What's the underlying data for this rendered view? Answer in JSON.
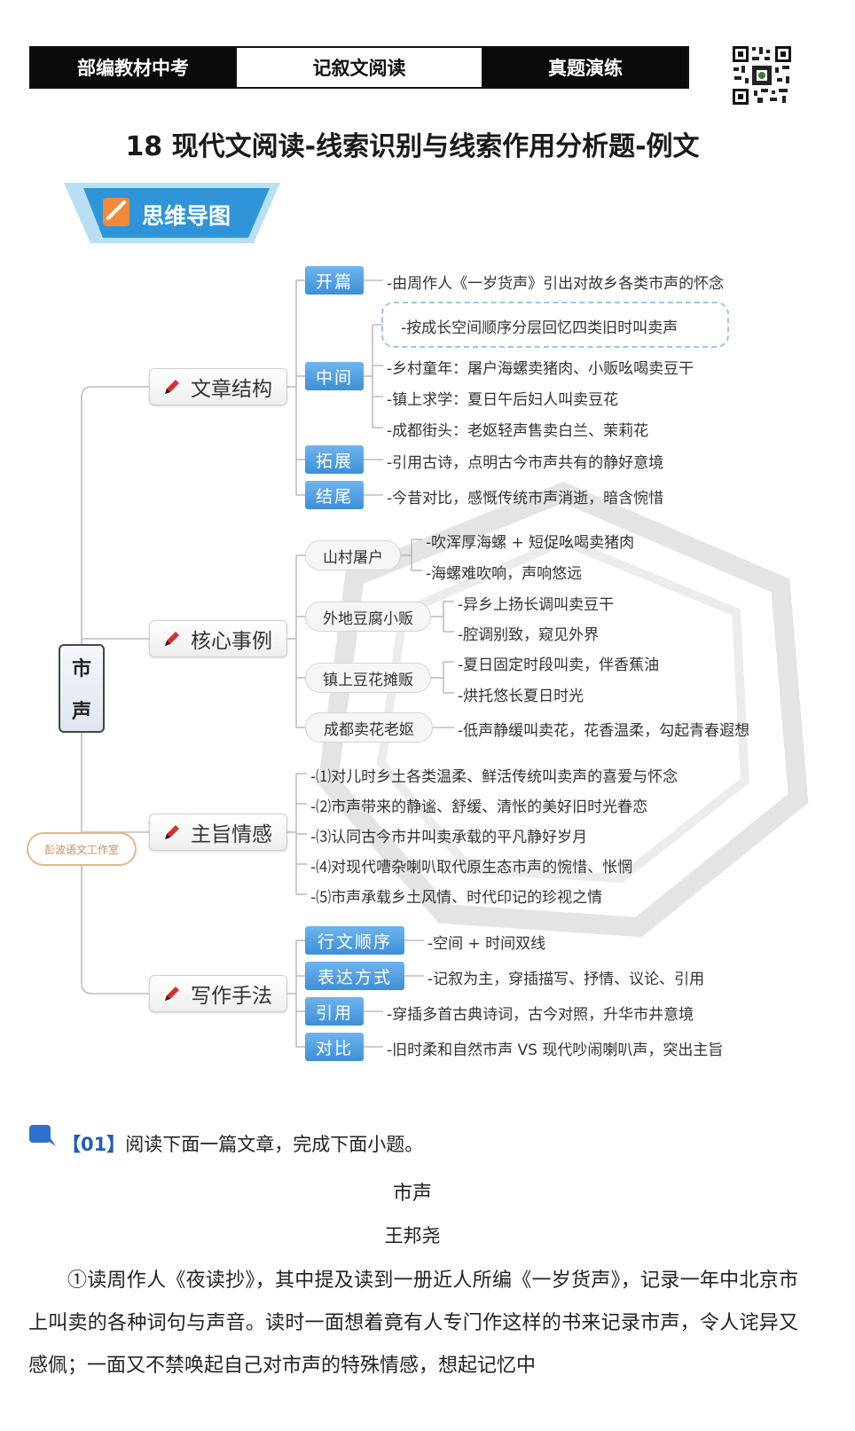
{
  "header": {
    "left": "部编教材中考",
    "center": "记叙文阅读",
    "right": "真题演练"
  },
  "title": "18 现代文阅读-线索识别与线索作用分析题-例文",
  "banner": {
    "label": "思维导图"
  },
  "mindmap": {
    "root": [
      "市",
      "声"
    ],
    "studio": "彭波语文工作室",
    "branches": [
      {
        "label": "文章结构",
        "tags": [
          {
            "label": "开篇",
            "items": [
              "-由周作人《一岁货声》引出对故乡各类市声的怀念"
            ]
          },
          {
            "label": "中间",
            "items": [
              "-按成长空间顺序分层回忆四类旧时叫卖声",
              "-乡村童年：屠户海螺卖猪肉、小贩吆喝卖豆干",
              "-镇上求学：夏日午后妇人叫卖豆花",
              "-成都街头：老妪轻声售卖白兰、茉莉花"
            ]
          },
          {
            "label": "拓展",
            "items": [
              "-引用古诗，点明古今市声共有的静好意境"
            ]
          },
          {
            "label": "结尾",
            "items": [
              "-今昔对比，感慨传统市声消逝，暗含惋惜"
            ]
          }
        ]
      },
      {
        "label": "核心事例",
        "subs": [
          {
            "label": "山村屠户",
            "items": [
              "-吹浑厚海螺 + 短促吆喝卖猪肉",
              "-海螺难吹响，声响悠远"
            ]
          },
          {
            "label": "外地豆腐小贩",
            "items": [
              "-异乡上扬长调叫卖豆干",
              "-腔调别致，窥见外界"
            ]
          },
          {
            "label": "镇上豆花摊贩",
            "items": [
              "-夏日固定时段叫卖，伴香蕉油",
              "-烘托悠长夏日时光"
            ]
          },
          {
            "label": "成都卖花老妪",
            "items": [
              "-低声静缓叫卖花，花香温柔，勾起青春遐想"
            ]
          }
        ]
      },
      {
        "label": "主旨情感",
        "items": [
          "-⑴对儿时乡土各类温柔、鲜活传统叫卖声的喜爱与怀念",
          "-⑵市声带来的静谧、舒缓、清怅的美好旧时光眷恋",
          "-⑶认同古今市井叫卖承载的平凡静好岁月",
          "-⑷对现代嘈杂喇叭取代原生态市声的惋惜、怅惘",
          "-⑸市声承载乡土风情、时代印记的珍视之情"
        ]
      },
      {
        "label": "写作手法",
        "tags": [
          {
            "label": "行文顺序",
            "items": [
              "-空间 + 时间双线"
            ]
          },
          {
            "label": "表达方式",
            "items": [
              "-记叙为主，穿插描写、抒情、议论、引用"
            ]
          },
          {
            "label": "引用",
            "items": [
              "-穿插多首古典诗词，古今对照，升华市井意境"
            ]
          },
          {
            "label": "对比",
            "items": [
              "-旧时柔和自然市声 VS 现代吵闹喇叭声，突出主旨"
            ]
          }
        ]
      }
    ]
  },
  "question": {
    "number": "【01】",
    "prompt": "阅读下面一篇文章，完成下面小题。"
  },
  "article": {
    "title": "市声",
    "author": "王邦尧",
    "paragraph": "①读周作人《夜读抄》，其中提及读到一册近人所编《一岁货声》，记录一年中北京市上叫卖的各种词句与声音。读时一面想着竟有人专门作这样的书来记录市声，令人诧异又感佩；一面又不禁唤起自己对市声的特殊情感，想起记忆中"
  },
  "colors": {
    "tag": "#3d8fd8",
    "pen": "#d9302c",
    "studio": "#c98f5a",
    "question_number": "#1f5fb0"
  }
}
